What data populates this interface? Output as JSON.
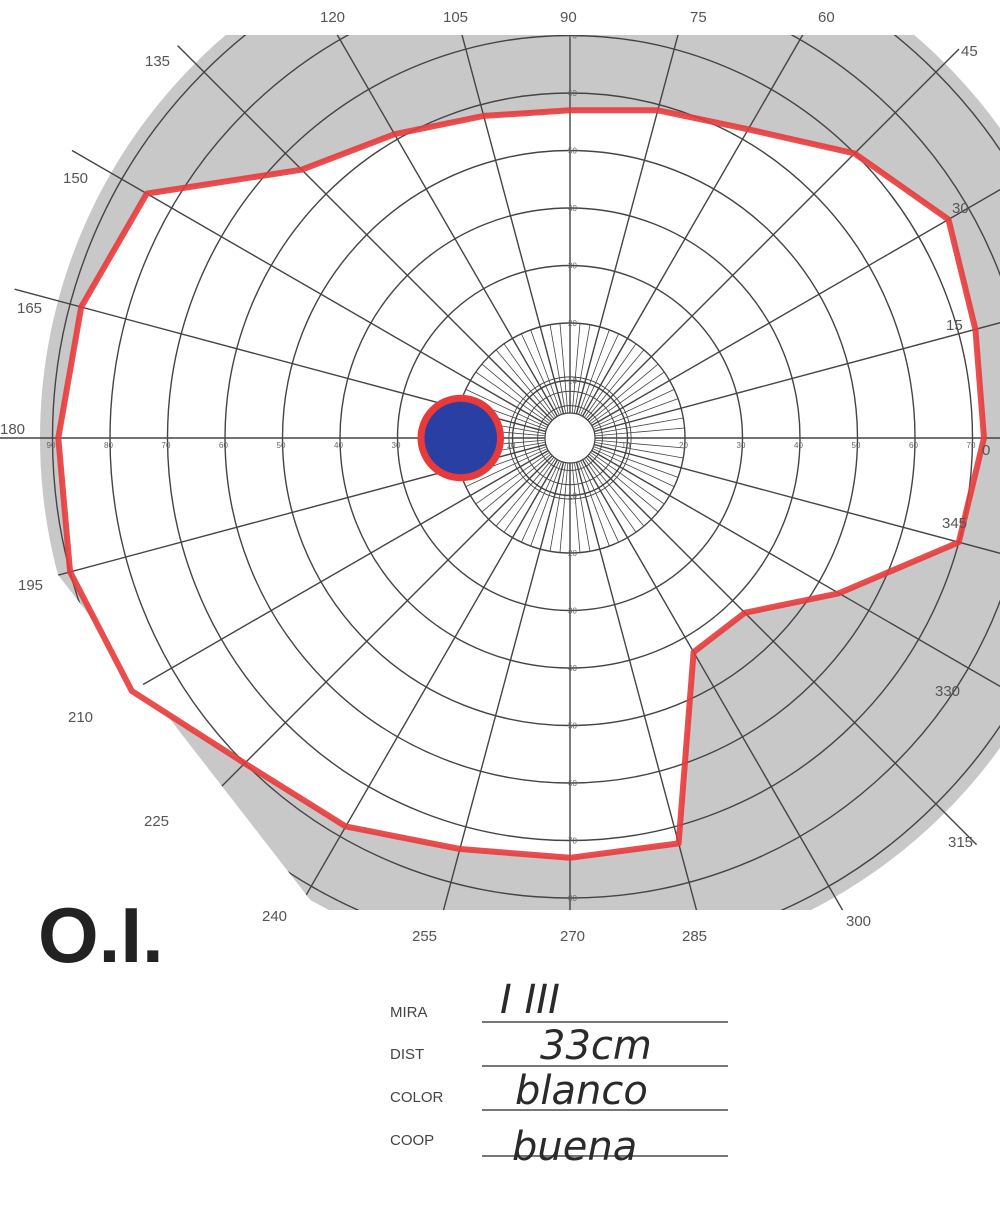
{
  "eye_label": "O.I.",
  "meridian_labels": [
    "0",
    "15",
    "30",
    "45",
    "60",
    "75",
    "90",
    "105",
    "120",
    "135",
    "150",
    "165",
    "180",
    "195",
    "210",
    "225",
    "240",
    "255",
    "270",
    "285",
    "300",
    "315",
    "330",
    "345"
  ],
  "ring_labels": [
    "10",
    "20",
    "30",
    "40",
    "50",
    "60",
    "70",
    "80",
    "90"
  ],
  "fields": [
    {
      "label": "MIRA",
      "value": "I III"
    },
    {
      "label": "DIST",
      "value": "33cm"
    },
    {
      "label": "COLOR",
      "value": "blanco"
    },
    {
      "label": "COOP",
      "value": "buena"
    }
  ],
  "colors": {
    "outside_field": "#c8c8c8",
    "isopter": "#e83a3a",
    "blind_spot": "#2a3fa3",
    "grid": "#444444"
  },
  "chart_data": {
    "type": "polar-visual-field",
    "eye": "O.I.",
    "ring_step_deg": 10,
    "max_ring_deg": 90,
    "isopter": [
      {
        "angle": 0,
        "radius": 72
      },
      {
        "angle": 15,
        "radius": 73
      },
      {
        "angle": 30,
        "radius": 76
      },
      {
        "angle": 45,
        "radius": 70
      },
      {
        "angle": 60,
        "radius": 62
      },
      {
        "angle": 75,
        "radius": 59
      },
      {
        "angle": 90,
        "radius": 57
      },
      {
        "angle": 105,
        "radius": 58
      },
      {
        "angle": 120,
        "radius": 61
      },
      {
        "angle": 135,
        "radius": 66
      },
      {
        "angle": 150,
        "radius": 85
      },
      {
        "angle": 165,
        "radius": 88
      },
      {
        "angle": 180,
        "radius": 89
      },
      {
        "angle": 195,
        "radius": 90
      },
      {
        "angle": 210,
        "radius": 88
      },
      {
        "angle": 225,
        "radius": 80
      },
      {
        "angle": 240,
        "radius": 78
      },
      {
        "angle": 255,
        "radius": 74
      },
      {
        "angle": 270,
        "radius": 73
      },
      {
        "angle": 285,
        "radius": 73
      },
      {
        "angle": 300,
        "radius": 43
      },
      {
        "angle": 315,
        "radius": 43
      },
      {
        "angle": 330,
        "radius": 54
      },
      {
        "angle": 345,
        "radius": 70
      }
    ],
    "blind_spot": {
      "angle": 180,
      "radius": 19,
      "size": 7
    }
  }
}
